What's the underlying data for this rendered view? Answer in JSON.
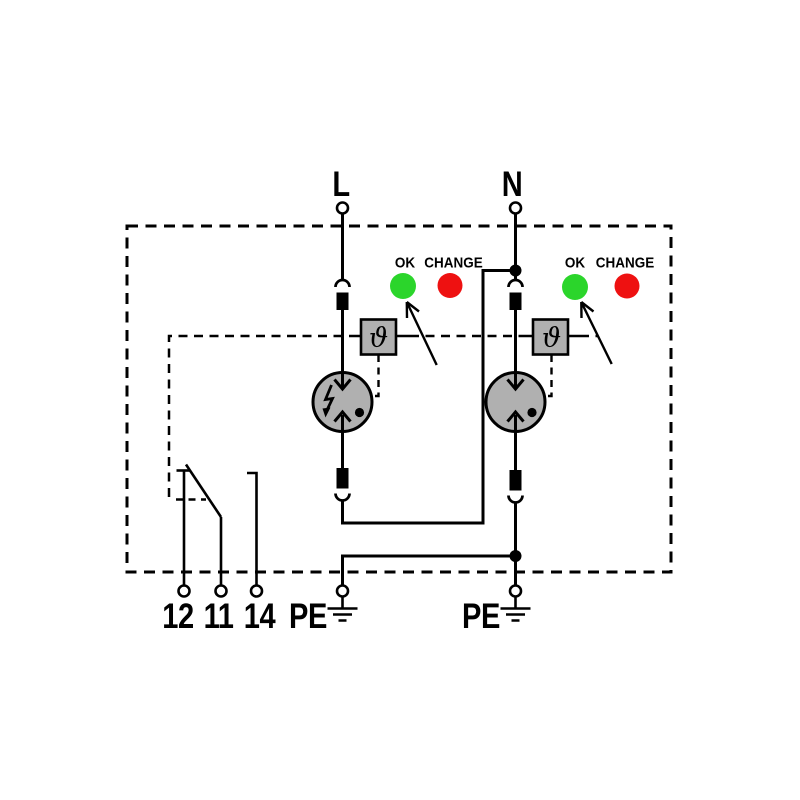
{
  "labels": {
    "line": "L",
    "neutral": "N",
    "pe_left": "PE",
    "pe_right": "PE",
    "terminal_12": "12",
    "terminal_11": "11",
    "terminal_14": "14",
    "thermal": "ϑ"
  },
  "indicators": {
    "left": {
      "ok": "OK",
      "change": "CHANGE"
    },
    "right": {
      "ok": "OK",
      "change": "CHANGE"
    }
  },
  "colors": {
    "led_ok": "#2bd52b",
    "led_change": "#ee1111",
    "component_fill": "#b0b0b0"
  }
}
